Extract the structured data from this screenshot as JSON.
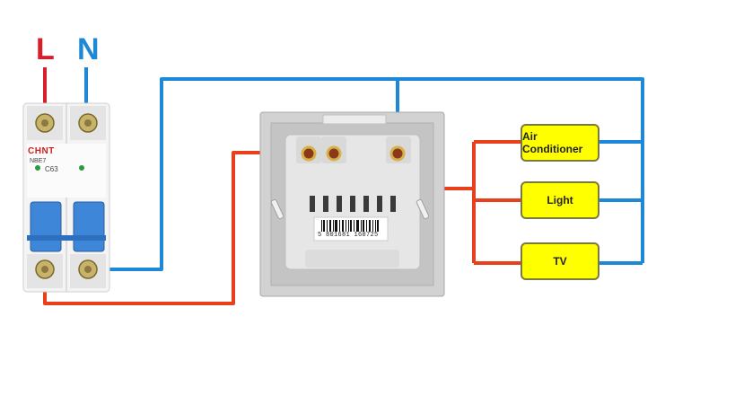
{
  "labels": {
    "line": "L",
    "neutral": "N"
  },
  "breaker": {
    "brand": "CHNT",
    "model": "NBE7",
    "rating": "C63"
  },
  "switch": {
    "barcode": "5 801681 160725"
  },
  "loads": [
    {
      "label": "Air Conditioner"
    },
    {
      "label": "Light"
    },
    {
      "label": "TV"
    }
  ],
  "colors": {
    "live_wire": "#e8401c",
    "neutral_wire": "#1e88d8",
    "load_fill": "#ffff00",
    "L_label": "#d81e28",
    "N_label": "#1e88d8"
  }
}
